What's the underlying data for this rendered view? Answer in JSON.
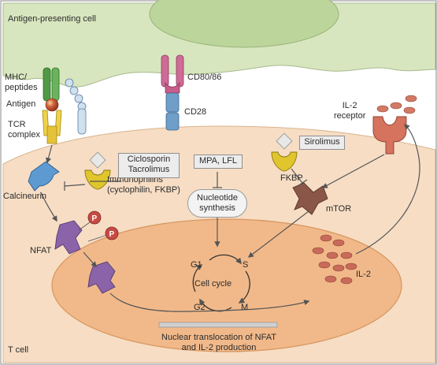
{
  "labels": {
    "apc": "Antigen-presenting cell",
    "mhc": "MHC/\npeptides",
    "antigen": "Antigen",
    "tcr": "TCR\ncomplex",
    "cd80": "CD80/86",
    "cd28": "CD28",
    "il2_receptor": "IL-2\nreceptor",
    "calcineurin": "Calcineurin",
    "immunophilins": "Immunophilins\n(cyclophilin, FKBP)",
    "fkbp": "FKBP",
    "mtor": "mTOR",
    "nfat": "NFAT",
    "p": "P",
    "cell_cycle": "Cell cycle",
    "g1": "G1",
    "s": "S",
    "g2": "G2",
    "m": "M",
    "il2": "IL-2",
    "nuclear": "Nuclear translocation of NFAT\nand IL-2 production",
    "t_cell": "T cell"
  },
  "drug_boxes": {
    "cyclosporin": "Ciclosporin\nTacrolimus",
    "mpa": "MPA, LFL",
    "sirolimus": "Sirolimus"
  },
  "nucleotide": "Nucleotide\nsynthesis",
  "colors": {
    "cytoplasm": "#f6ddc4",
    "nucleus": "#f1b98a",
    "apc": "#d8e6bf",
    "tcr_green": "#4f9a45",
    "cd80_pink": "#c85c8a",
    "cd28_blue": "#6f9ec8",
    "calcineurin": "#5d9ad1",
    "immunophilin": "#d8c02a",
    "mtor": "#8a5648",
    "nfat": "#8a63a8",
    "p_ball": "#c64b43",
    "il2_dot": "#c96b5a",
    "arrow": "#555555"
  },
  "icons": [
    "tcr-complex-icon",
    "calcineurin-icon",
    "immunophilin-icon",
    "mtor-icon",
    "nfat-icon",
    "il2-receptor-icon"
  ]
}
